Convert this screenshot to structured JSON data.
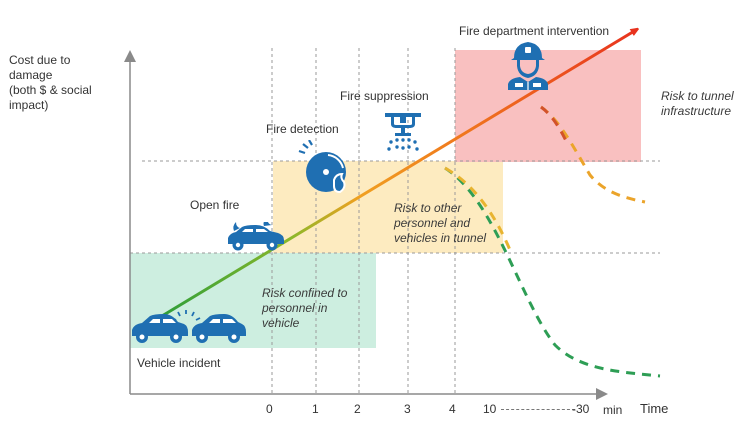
{
  "diagram": {
    "y_axis_label": [
      "Cost due to",
      "damage",
      "(both $ & social",
      "impact)"
    ],
    "x_axis_label": "Time",
    "x_ticks": [
      "0",
      "1",
      "2",
      "3",
      "4",
      "10",
      "-30"
    ],
    "x_unit": "min",
    "stages": [
      {
        "label": "Vehicle incident",
        "icon": "car-collision-icon"
      },
      {
        "label": "Open fire",
        "icon": "car-on-fire-icon"
      },
      {
        "label": "Fire detection",
        "icon": "fire-alarm-icon"
      },
      {
        "label": "Fire suppression",
        "icon": "sprinkler-icon"
      },
      {
        "label": "Fire department intervention",
        "icon": "firefighter-icon"
      }
    ],
    "risk_zones": [
      {
        "label": [
          "Risk confined to",
          "personnel in",
          "vehicle"
        ],
        "color": "#c9ecdc"
      },
      {
        "label": [
          "Risk to other",
          "personnel and",
          "vehicles in tunnel"
        ],
        "color": "#fde8b8"
      },
      {
        "label": [
          "Risk to tunnel",
          "infrastructure"
        ],
        "color": "#f8b9b9"
      }
    ],
    "colors": {
      "icon_blue": "#1f6fb2",
      "line_green": "#2a9d3a",
      "line_orange": "#f0a020",
      "line_red": "#e8321e",
      "axis": "#8a8a8a"
    }
  }
}
